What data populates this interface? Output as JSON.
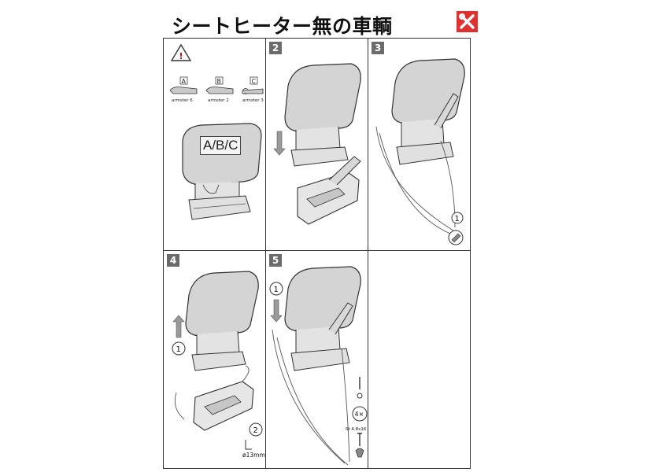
{
  "title": "シートヒーター無の車輌",
  "header": {
    "tool_icon": "tools-icon",
    "accent": "#e03030"
  },
  "panel1": {
    "warning_icon": "warning-triangle-icon",
    "warning_mark": "!",
    "variants": [
      {
        "letter": "A",
        "caption": "armster 6"
      },
      {
        "letter": "B",
        "caption": "armster 2"
      },
      {
        "letter": "C",
        "caption": "armster 3"
      }
    ],
    "model_label": "A/B/C"
  },
  "panel2": {
    "step": "2"
  },
  "panel3": {
    "step": "3",
    "sub_step": "1"
  },
  "panel4": {
    "step": "4",
    "sub_step_1": "1",
    "sub_step_2": "2",
    "drill_size": "ø13mm"
  },
  "panel5": {
    "step": "5",
    "sub_step": "1",
    "screw_count": "4×",
    "screw_spec": "St 4.8x16"
  }
}
